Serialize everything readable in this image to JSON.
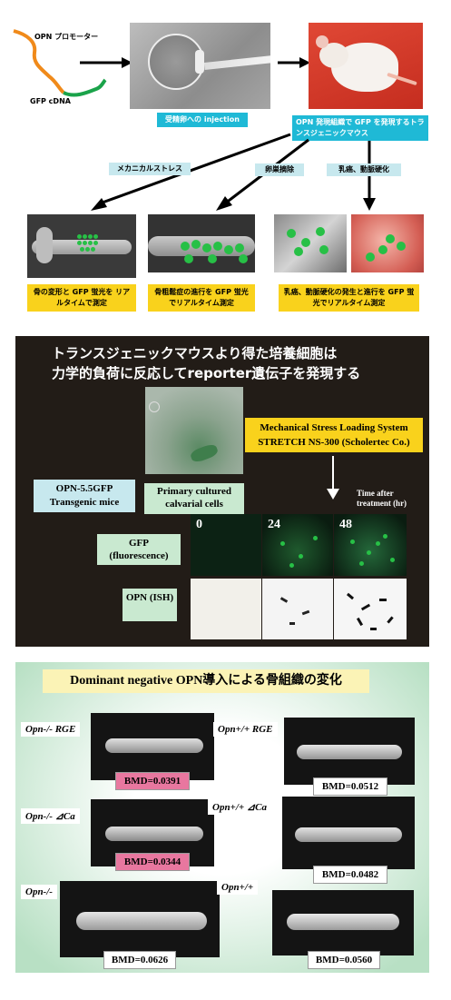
{
  "top": {
    "opn_promoter": "OPN プロモーター",
    "gfp_cdna": "GFP cDNA",
    "injection_label": "受精卵への injection",
    "transgenic_label": "OPN 発現組織で GFP を発現するトランスジェニックマウス",
    "stress_label": "メカニカルストレス",
    "ovariectomy_label": "卵巣摘除",
    "cancer_label": "乳癌、動脈硬化",
    "result1": "骨の変形と GFP 蛍光を リアルタイムで測定",
    "result2": "骨粗鬆症の進行を GFP 蛍光でリアルタイム測定",
    "result3": "乳癌、動脈硬化の発生と進行を GFP 蛍光でリアルタイム測定"
  },
  "middle": {
    "title_line1": "トランスジェニックマウスより得た培養細胞は",
    "title_line2": "力学的負荷に反応してreporter遺伝子を発現する",
    "system_label": "Mechanical Stress Loading System STRETCH NS-300 (Scholertec Co.)",
    "mice_label": "OPN-5.5GFP Transgenic mice",
    "cells_label": "Primary cultured calvarial cells",
    "time_label": "Time after treatment (hr)",
    "times": [
      "0",
      "24",
      "48"
    ],
    "gfp_label": "GFP (fluorescence)",
    "opn_label": "OPN (ISH)"
  },
  "bottom": {
    "title": "Dominant negative OPN導入による骨組織の変化",
    "panels": [
      {
        "genotype": "Opn-/- RGE",
        "bmd": "BMD=0.0391"
      },
      {
        "genotype": "Opn+/+ RGE",
        "bmd": "BMD=0.0512"
      },
      {
        "genotype": "Opn-/- ⊿Ca",
        "bmd": "BMD=0.0344"
      },
      {
        "genotype": "Opn+/+ ⊿Ca",
        "bmd": "BMD=0.0482"
      },
      {
        "genotype": "Opn-/-",
        "bmd": "BMD=0.0626"
      },
      {
        "genotype": "Opn+/+",
        "bmd": "BMD=0.0560"
      }
    ]
  },
  "colors": {
    "gfp_green": "#27c046",
    "label_yellow": "#f9d21c",
    "label_cyan": "#1fb9d6",
    "bmd_pink": "#e8779f",
    "panel_dark": "#221c17",
    "panel_green": "#b8e0c4"
  }
}
